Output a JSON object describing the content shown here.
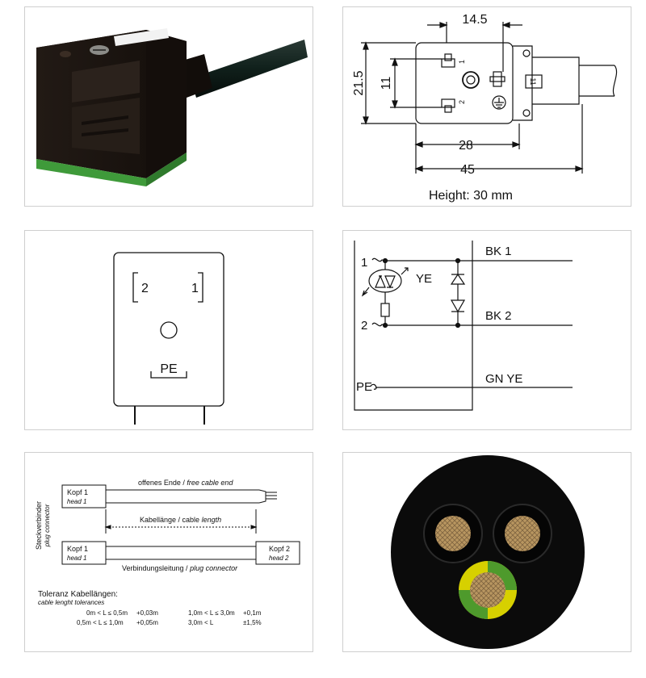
{
  "colors": {
    "connector_body": "#1c1612",
    "connector_base": "#3f9a3a",
    "cable_jacket": "#0b0b0b",
    "copper": "#b89660",
    "insulation_yellow": "#d7d000",
    "insulation_green": "#4e9a2c",
    "line": "#111111"
  },
  "dimensions": {
    "width_top": "14.5",
    "height_left": "21.5",
    "inner_height": "11",
    "pin_spacing": "28",
    "overall_width": "45",
    "height_note": "Height: 30 mm",
    "pin1": "1",
    "pin2": "2",
    "earth_symbol": "earth-ground-icon"
  },
  "pin_layout": {
    "pin_left": "2",
    "pin_right": "1",
    "earth": "PE"
  },
  "circuit": {
    "terminal_1": "1",
    "terminal_2": "2",
    "terminal_pe": "PE",
    "wire_1": "BK 1",
    "wire_2": "BK 2",
    "wire_pe": "GN YE",
    "led_color": "YE"
  },
  "cable_length": {
    "axis_label": "Steckverbinder",
    "axis_label_en": "plug connector",
    "head1_de": "Kopf 1",
    "head1_en": "head 1",
    "head2_de": "Kopf 2",
    "head2_en": "head 2",
    "free_end_de": "offenes Ende /",
    "free_end_en": "free cable end",
    "length_de": "Kabellänge / cable",
    "length_en": "length",
    "connection_de": "Verbindungsleitung /",
    "connection_en": "plug connector",
    "tolerance_title": "Toleranz Kabellängen:",
    "tolerance_subtitle": "cable lenght tolerances",
    "tolerances": [
      {
        "range": "0m < L ≤ 0,5m",
        "tol": "+0,03m"
      },
      {
        "range": "0,5m < L ≤ 1,0m",
        "tol": "+0,05m"
      },
      {
        "range": "1,0m < L ≤ 3,0m",
        "tol": "+0,1m"
      },
      {
        "range": "3,0m < L",
        "tol": "±1,5%"
      }
    ]
  }
}
